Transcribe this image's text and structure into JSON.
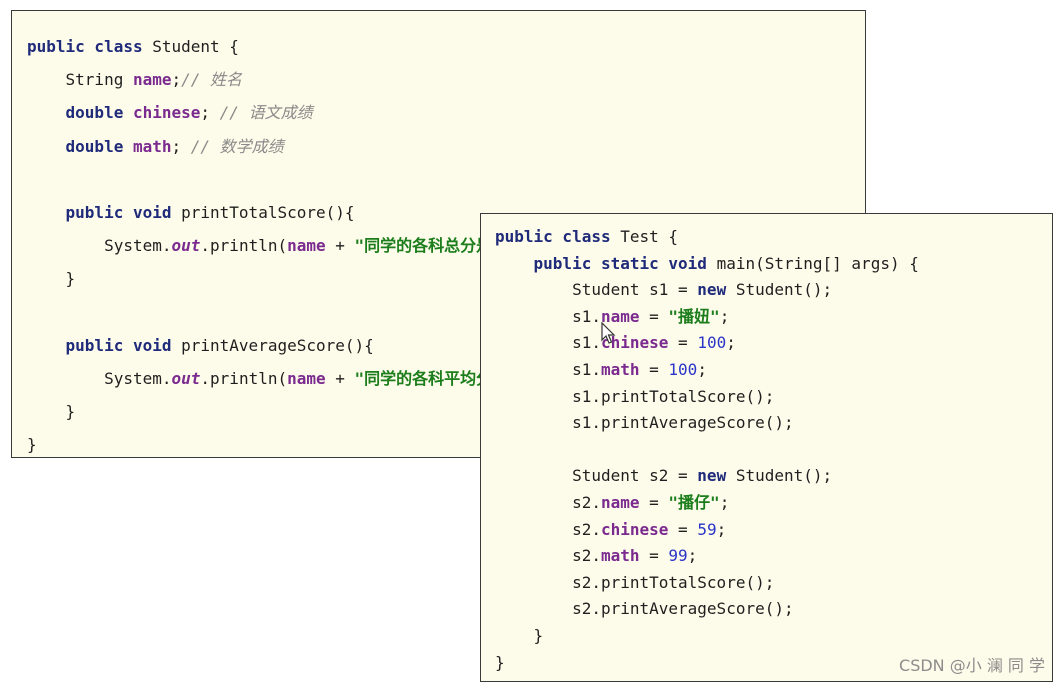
{
  "student_code": [
    [
      {
        "t": "kw",
        "v": "public class "
      },
      {
        "t": "plain",
        "v": "Student {"
      }
    ],
    [
      {
        "t": "plain",
        "v": "    String "
      },
      {
        "t": "fld",
        "v": "name"
      },
      {
        "t": "plain",
        "v": ";"
      },
      {
        "t": "cmt",
        "v": "// 姓名"
      }
    ],
    [
      {
        "t": "kw",
        "v": "    double "
      },
      {
        "t": "fld",
        "v": "chinese"
      },
      {
        "t": "plain",
        "v": "; "
      },
      {
        "t": "cmt",
        "v": "// 语文成绩"
      }
    ],
    [
      {
        "t": "kw",
        "v": "    double "
      },
      {
        "t": "fld",
        "v": "math"
      },
      {
        "t": "plain",
        "v": "; "
      },
      {
        "t": "cmt",
        "v": "// 数学成绩"
      }
    ],
    [],
    [
      {
        "t": "kw",
        "v": "    public void "
      },
      {
        "t": "plain",
        "v": "printTotalScore(){"
      }
    ],
    [
      {
        "t": "plain",
        "v": "        System."
      },
      {
        "t": "sfld",
        "v": "out"
      },
      {
        "t": "plain",
        "v": ".println("
      },
      {
        "t": "fld",
        "v": "name"
      },
      {
        "t": "plain",
        "v": " + "
      },
      {
        "t": "str",
        "v": "\"同学的各科总分是：\""
      }
    ],
    [
      {
        "t": "plain",
        "v": "    }"
      }
    ],
    [],
    [
      {
        "t": "kw",
        "v": "    public void "
      },
      {
        "t": "plain",
        "v": "printAverageScore(){"
      }
    ],
    [
      {
        "t": "plain",
        "v": "        System."
      },
      {
        "t": "sfld",
        "v": "out"
      },
      {
        "t": "plain",
        "v": ".println("
      },
      {
        "t": "fld",
        "v": "name"
      },
      {
        "t": "plain",
        "v": " + "
      },
      {
        "t": "str",
        "v": "\"同学的各科平均分是：\""
      }
    ],
    [
      {
        "t": "plain",
        "v": "    }"
      }
    ],
    [
      {
        "t": "plain",
        "v": "}"
      }
    ]
  ],
  "test_code": [
    [
      {
        "t": "kw",
        "v": "public class "
      },
      {
        "t": "plain",
        "v": "Test {"
      }
    ],
    [
      {
        "t": "kw",
        "v": "    public static void "
      },
      {
        "t": "plain",
        "v": "main(String[] args) {"
      }
    ],
    [
      {
        "t": "plain",
        "v": "        Student s1 = "
      },
      {
        "t": "kw",
        "v": "new "
      },
      {
        "t": "plain",
        "v": "Student();"
      }
    ],
    [
      {
        "t": "plain",
        "v": "        s1."
      },
      {
        "t": "fld",
        "v": "name"
      },
      {
        "t": "plain",
        "v": " = "
      },
      {
        "t": "str",
        "v": "\"播妞\""
      },
      {
        "t": "plain",
        "v": ";"
      }
    ],
    [
      {
        "t": "plain",
        "v": "        s1."
      },
      {
        "t": "fld",
        "v": "chinese"
      },
      {
        "t": "plain",
        "v": " = "
      },
      {
        "t": "num",
        "v": "100"
      },
      {
        "t": "plain",
        "v": ";"
      }
    ],
    [
      {
        "t": "plain",
        "v": "        s1."
      },
      {
        "t": "fld",
        "v": "math"
      },
      {
        "t": "plain",
        "v": " = "
      },
      {
        "t": "num",
        "v": "100"
      },
      {
        "t": "plain",
        "v": ";"
      }
    ],
    [
      {
        "t": "plain",
        "v": "        s1.printTotalScore();"
      }
    ],
    [
      {
        "t": "plain",
        "v": "        s1.printAverageScore();"
      }
    ],
    [],
    [
      {
        "t": "plain",
        "v": "        Student s2 = "
      },
      {
        "t": "kw",
        "v": "new "
      },
      {
        "t": "plain",
        "v": "Student();"
      }
    ],
    [
      {
        "t": "plain",
        "v": "        s2."
      },
      {
        "t": "fld",
        "v": "name"
      },
      {
        "t": "plain",
        "v": " = "
      },
      {
        "t": "str",
        "v": "\"播仔\""
      },
      {
        "t": "plain",
        "v": ";"
      }
    ],
    [
      {
        "t": "plain",
        "v": "        s2."
      },
      {
        "t": "fld",
        "v": "chinese"
      },
      {
        "t": "plain",
        "v": " = "
      },
      {
        "t": "num",
        "v": "59"
      },
      {
        "t": "plain",
        "v": ";"
      }
    ],
    [
      {
        "t": "plain",
        "v": "        s2."
      },
      {
        "t": "fld",
        "v": "math"
      },
      {
        "t": "plain",
        "v": " = "
      },
      {
        "t": "num",
        "v": "99"
      },
      {
        "t": "plain",
        "v": ";"
      }
    ],
    [
      {
        "t": "plain",
        "v": "        s2.printTotalScore();"
      }
    ],
    [
      {
        "t": "plain",
        "v": "        s2.printAverageScore();"
      }
    ],
    [
      {
        "t": "plain",
        "v": "    }"
      }
    ],
    [
      {
        "t": "plain",
        "v": "}"
      }
    ]
  ],
  "watermark": "CSDN @小 澜 同 学",
  "icons": {
    "cursor": "mouse-pointer-icon"
  },
  "colors": {
    "keyword": "#1f2b7a",
    "field": "#7b2b8f",
    "string": "#1b7d1b",
    "number": "#2a35c9",
    "comment": "#8a8a8a",
    "panel_bg": "#fdfbe9"
  }
}
